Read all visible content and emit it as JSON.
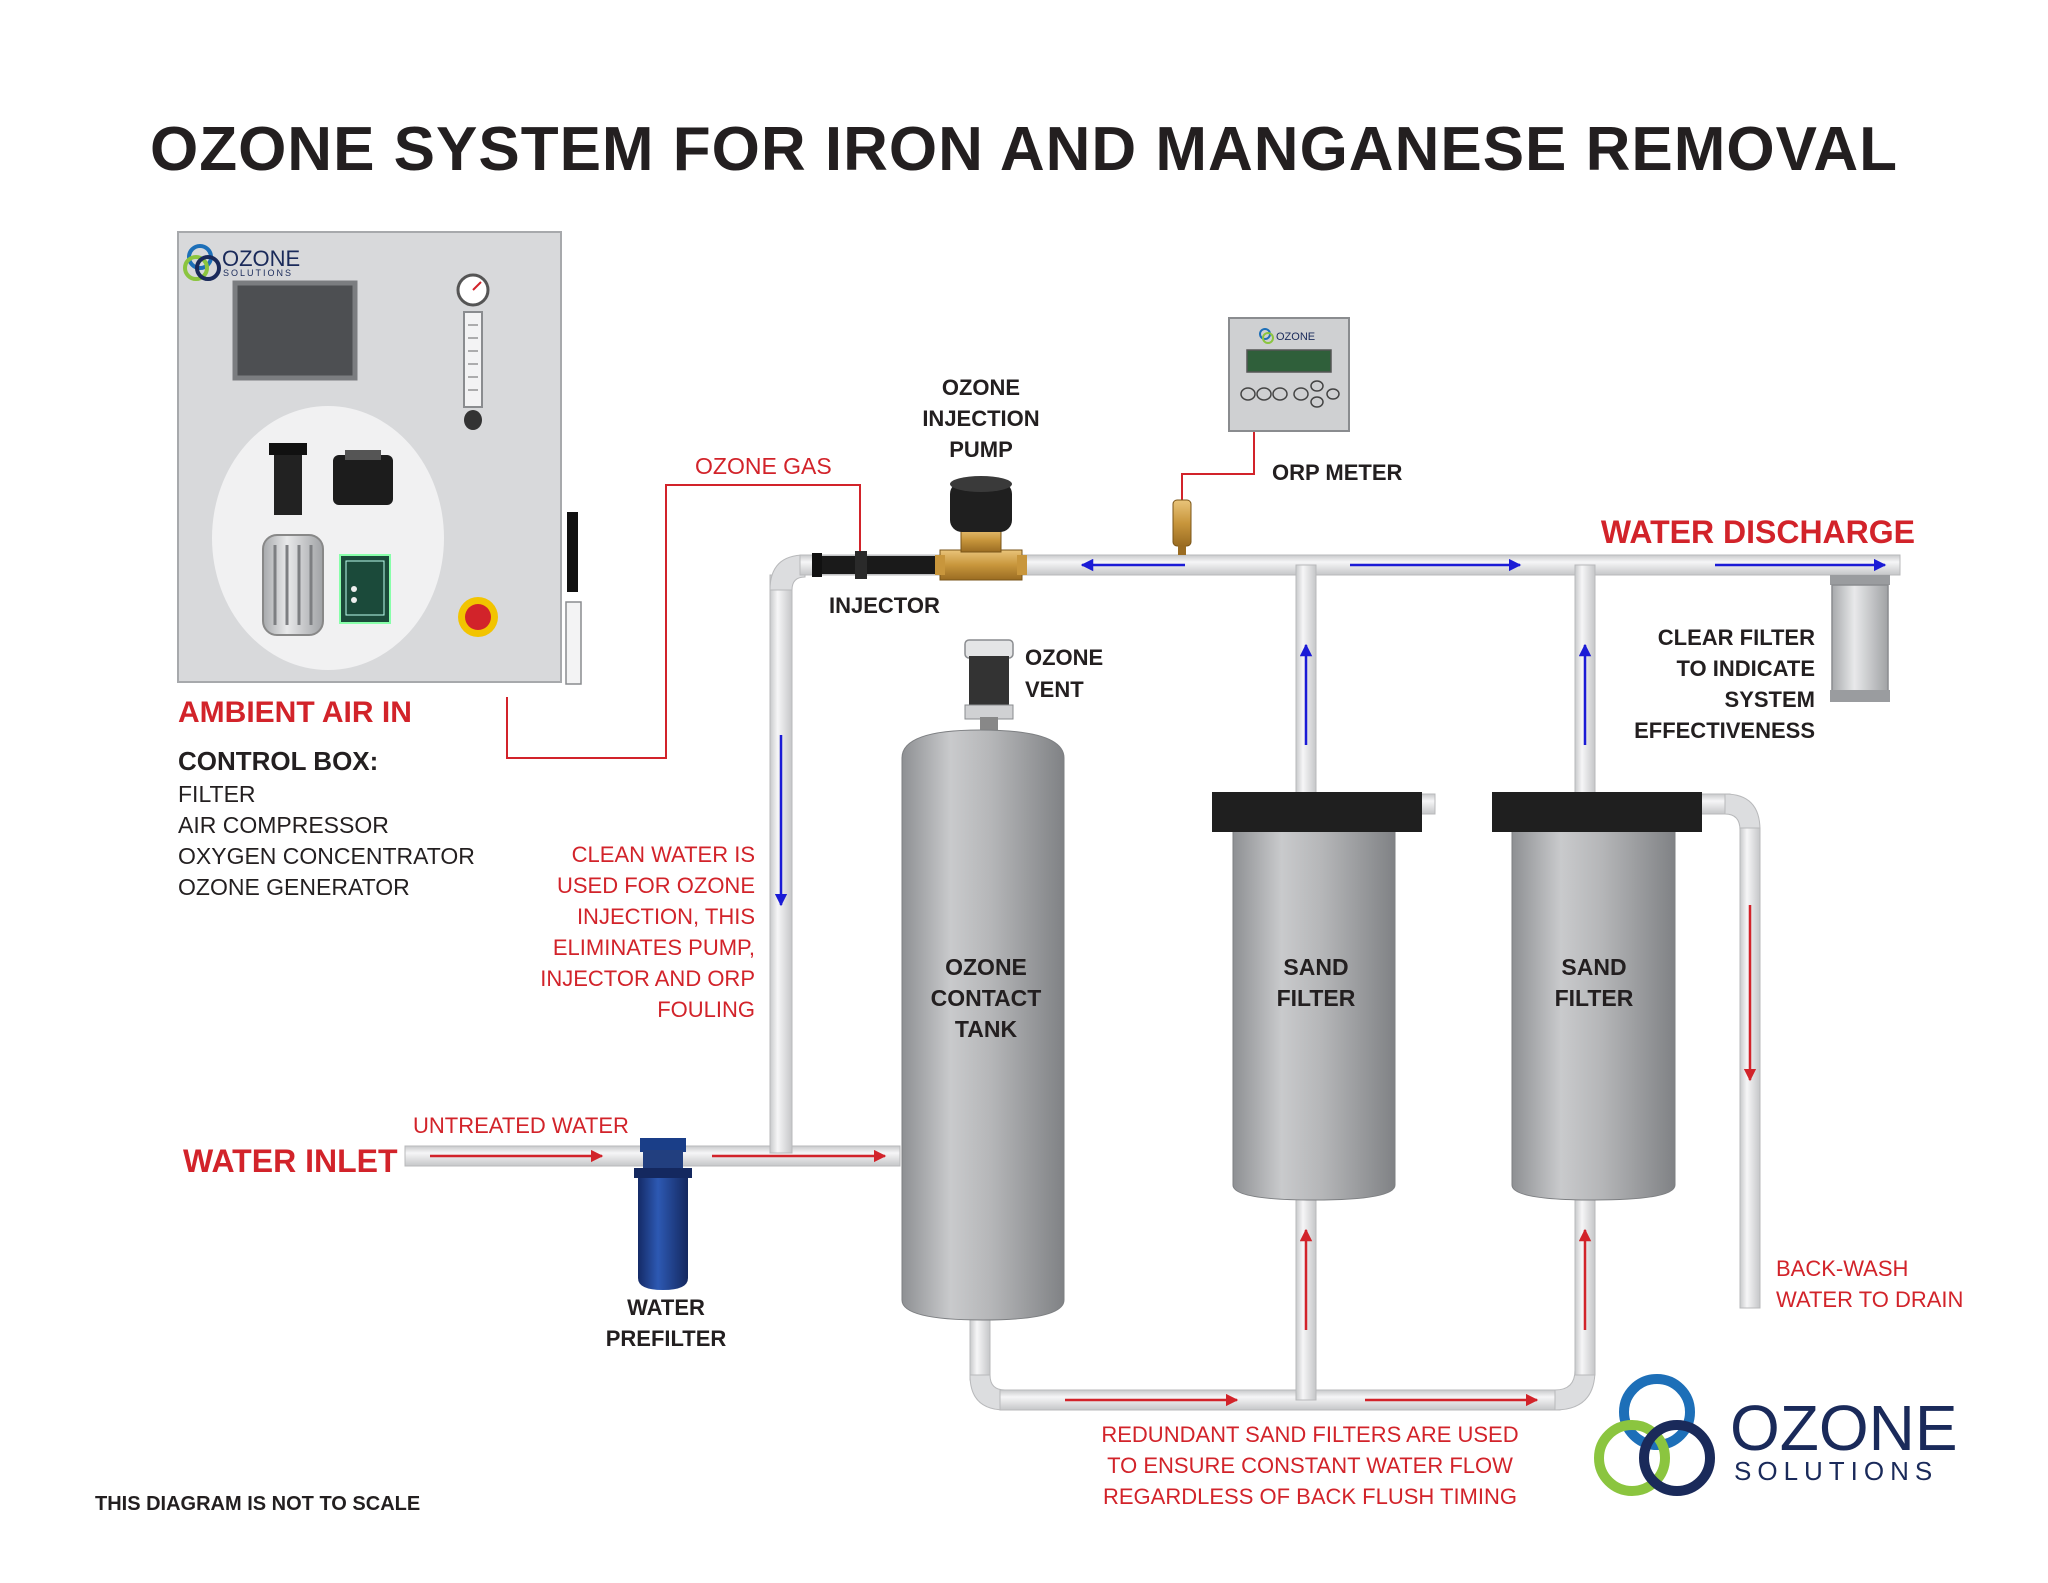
{
  "title": "OZONE SYSTEM FOR IRON AND MANGANESE REMOVAL",
  "colors": {
    "red": "#d2232a",
    "blue": "#1b1bd6",
    "text": "#231f20",
    "pipe": "#e9eaeb",
    "tank": "#b3b4b6",
    "logo_blue": "#1d6fb8",
    "logo_green": "#8bc53f",
    "logo_navy": "#1a2a5a"
  },
  "control_box": {
    "logo_text": "OZONE",
    "logo_sub": "SOLUTIONS",
    "label": "CONTROL BOX:",
    "items": [
      "FILTER",
      "AIR COMPRESSOR",
      "OXYGEN CONCENTRATOR",
      "OZONE GENERATOR"
    ],
    "air_in_label": "AMBIENT AIR IN"
  },
  "labels": {
    "ozone_gas": "OZONE GAS",
    "pump": [
      "OZONE",
      "INJECTION",
      "PUMP"
    ],
    "injector": "INJECTOR",
    "orp_meter": "ORP METER",
    "water_discharge": "WATER DISCHARGE",
    "clear_filter": [
      "CLEAR FILTER",
      "TO INDICATE",
      "SYSTEM",
      "EFFECTIVENESS"
    ],
    "ozone_vent": [
      "OZONE",
      "VENT"
    ],
    "clean_water_note": [
      "CLEAN WATER IS",
      "USED FOR OZONE",
      "INJECTION, THIS",
      "ELIMINATES PUMP,",
      "INJECTOR AND ORP",
      "FOULING"
    ],
    "contact_tank": [
      "OZONE",
      "CONTACT",
      "TANK"
    ],
    "sand_filter": [
      "SAND",
      "FILTER"
    ],
    "water_inlet": "WATER INLET",
    "untreated_water": "UNTREATED WATER",
    "prefilter": [
      "WATER",
      "PREFILTER"
    ],
    "backwash": [
      "BACK-WASH",
      "WATER TO DRAIN"
    ],
    "redundant_note": [
      "REDUNDANT SAND FILTERS ARE USED",
      "TO ENSURE CONSTANT WATER FLOW",
      "REGARDLESS OF BACK FLUSH TIMING"
    ],
    "not_to_scale": "THIS DIAGRAM IS NOT TO SCALE"
  },
  "brand_logo": {
    "line1": "OZONE",
    "line2": "SOLUTIONS"
  },
  "orp_logo_text": "OZONE"
}
